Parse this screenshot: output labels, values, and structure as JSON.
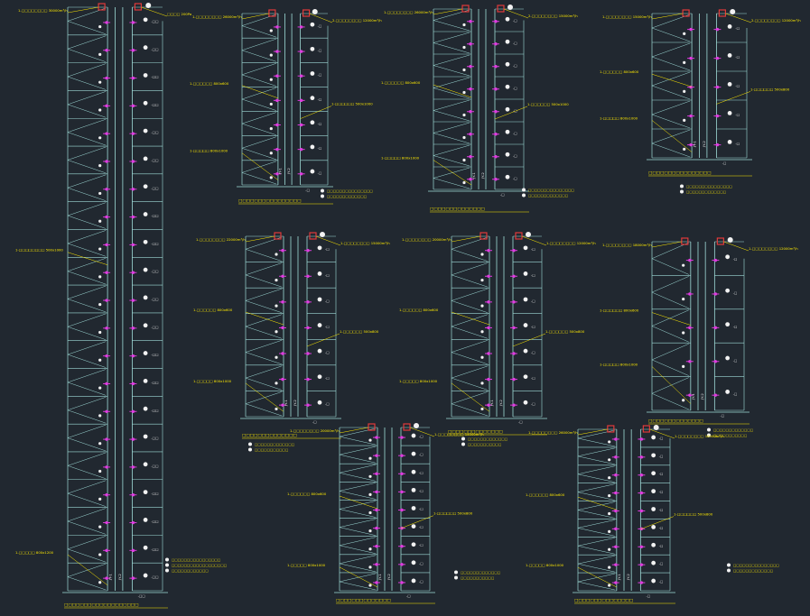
{
  "canvas": {
    "background": "#212830",
    "colors": {
      "structure": "#9fdcd8",
      "annotation": "#ffea00",
      "fan": "#e03a3a",
      "valve": "#e03ce0",
      "white": "#f2f2f2"
    },
    "note": ""
  },
  "diagrams": [
    {
      "id": "A",
      "floors": 21,
      "roof_label": "",
      "top_labels": [
        "1-□□□□□□□□ 30000m³/h",
        "□□□□ 200Pa"
      ],
      "mid_labels": [
        "1-□□□□□□□□ 500x1000"
      ],
      "bottom_labels": [
        "1-□□□□□ 800x1200"
      ],
      "shaft_labels": [
        "JY-1",
        "JY-2"
      ],
      "floor_tag": "-□□",
      "notes": [
        "□□□□□□□□□□□□□□□□",
        "□□□□□□□□□□□□□□□□□□",
        "□□□□□□□□□□□□"
      ],
      "title": "□□□□□□□□□□□□□□□□□□□"
    },
    {
      "id": "B",
      "floors": 7,
      "top_labels": [
        "1-□□□□□□□□ 26000m³/h",
        "2-□□□□□□□□ 12000m³/h"
      ],
      "mid_labels": [
        "1-□□□□□□ 800x600",
        "1-□□□□□□ 500x1000"
      ],
      "bottom_labels": [
        "1-□□□□□ 800x1000"
      ],
      "shaft_labels": [
        "JY-1",
        "JY-2"
      ],
      "floor_tag": "-□",
      "notes": [
        "□□□□□□□□□□□□□□□",
        "□□□□□□□□□□□□□"
      ],
      "title": "□□□□□□□□□□□□□□□□"
    },
    {
      "id": "C",
      "floors": 8,
      "top_labels": [
        "1-□□□□□□□□ 26000m³/h",
        "2-□□□□□□□□ 15000m³/h"
      ],
      "mid_labels": [
        "1-□□□□□□ 800x600",
        "1-□□□□□□ 500x1000"
      ],
      "bottom_labels": [
        "1-□□□□□ 800x1000"
      ],
      "shaft_labels": [
        "JY-1",
        "JY-2"
      ],
      "floor_tag": "-□",
      "notes": [
        "□□□□□□□□□□□□□□□",
        "□□□□□□□□□□□□□"
      ],
      "title": "□□□□□□□□□□□□□□"
    },
    {
      "id": "D",
      "floors": 5,
      "top_labels": [
        "1-□□□□□□□□ 15000m³/h",
        "2-□□□□□□□□ 12000m³/h"
      ],
      "mid_labels": [
        "1-□□□□□□ 800x600",
        "1-□□□□□□ 500x800"
      ],
      "bottom_labels": [
        "1-□□□□□ 800x1000"
      ],
      "shaft_labels": [
        "JY-1",
        "JY-2"
      ],
      "floor_tag": "-□",
      "notes": [
        "□□□□□□□□□□□□□□□",
        "□□□□□□□□□□□□□"
      ],
      "title": "□□□□□□□□□□□□□□□□"
    },
    {
      "id": "E",
      "floors": 7,
      "top_labels": [
        "1-□□□□□□□□ 22000m³/h",
        "1-□□□□□□□□ 15000m³/h"
      ],
      "mid_labels": [
        "1-□□□□□□ 800x600",
        "1-□□□□□□ 500x800"
      ],
      "bottom_labels": [
        "1-□□□□□ 800x1000"
      ],
      "shaft_labels": [
        "JY-1",
        "JY-2"
      ],
      "floor_tag": "-□",
      "notes": [
        "□□□□□□□□□□□□□",
        "□□□□□□□□□□□"
      ],
      "title": "□□□□□□□□□□□□□□"
    },
    {
      "id": "F",
      "floors": 7,
      "top_labels": [
        "1-□□□□□□□□ 20000m³/h",
        "1-□□□□□□□□ 12000m³/h"
      ],
      "mid_labels": [
        "1-□□□□□□ 800x600",
        "1-□□□□□□ 500x800"
      ],
      "bottom_labels": [
        "1-□□□□□ 800x1000"
      ],
      "shaft_labels": [
        "JY-1",
        "JY-2"
      ],
      "floor_tag": "-□",
      "notes": [
        "□□□□□□□□□□□□□",
        "□□□□□□□□□□□"
      ],
      "title": "□□□□□□□□□□□□□□"
    },
    {
      "id": "G",
      "floors": 5,
      "top_labels": [
        "1-□□□□□□□□ 18000m³/h",
        "1-□□□□□□□□ 12000m³/h"
      ],
      "mid_labels": [
        "1-□□□□□□ 800x600"
      ],
      "bottom_labels": [
        "1-□□□□□ 800x1000"
      ],
      "shaft_labels": [
        "JY-1",
        "JY-2"
      ],
      "floor_tag": "-□",
      "notes": [
        "□□□□□□□□□□□□□",
        "□□□□□□□□□□□"
      ],
      "title": "□□□□□□□□□□□□□□"
    },
    {
      "id": "H",
      "floors": 9,
      "top_labels": [
        "1-□□□□□□□□ 20000m³/h",
        "1-□□□□□□□□ 15000m³/h"
      ],
      "mid_labels": [
        "1-□□□□□□ 800x600",
        "1-□□□□□□ 500x800"
      ],
      "bottom_labels": [
        "1-□□□□□ 800x1000"
      ],
      "shaft_labels": [
        "JY-1",
        "JY-2"
      ],
      "floor_tag": "-□",
      "notes": [
        "□□□□□□□□□□□□□",
        "□□□□□□□□□□□"
      ],
      "title": "□□□□□□□□□□□□□□"
    },
    {
      "id": "I",
      "floors": 9,
      "top_labels": [
        "1-□□□□□□□□ 26000m³/h",
        "1-□□□□□□□□ 18000m³/h"
      ],
      "mid_labels": [
        "1-□□□□□□ 800x600",
        "1-□□□□□□ 500x800"
      ],
      "bottom_labels": [
        "1-□□□□□ 800x1000"
      ],
      "shaft_labels": [
        "JY-1",
        "JY-2"
      ],
      "floor_tag": "-□",
      "notes": [
        "□□□□□□□□□□□□□□□",
        "□□□□□□□□□□□□□"
      ],
      "title": "□□□□□□□□□□□□□□□"
    }
  ]
}
